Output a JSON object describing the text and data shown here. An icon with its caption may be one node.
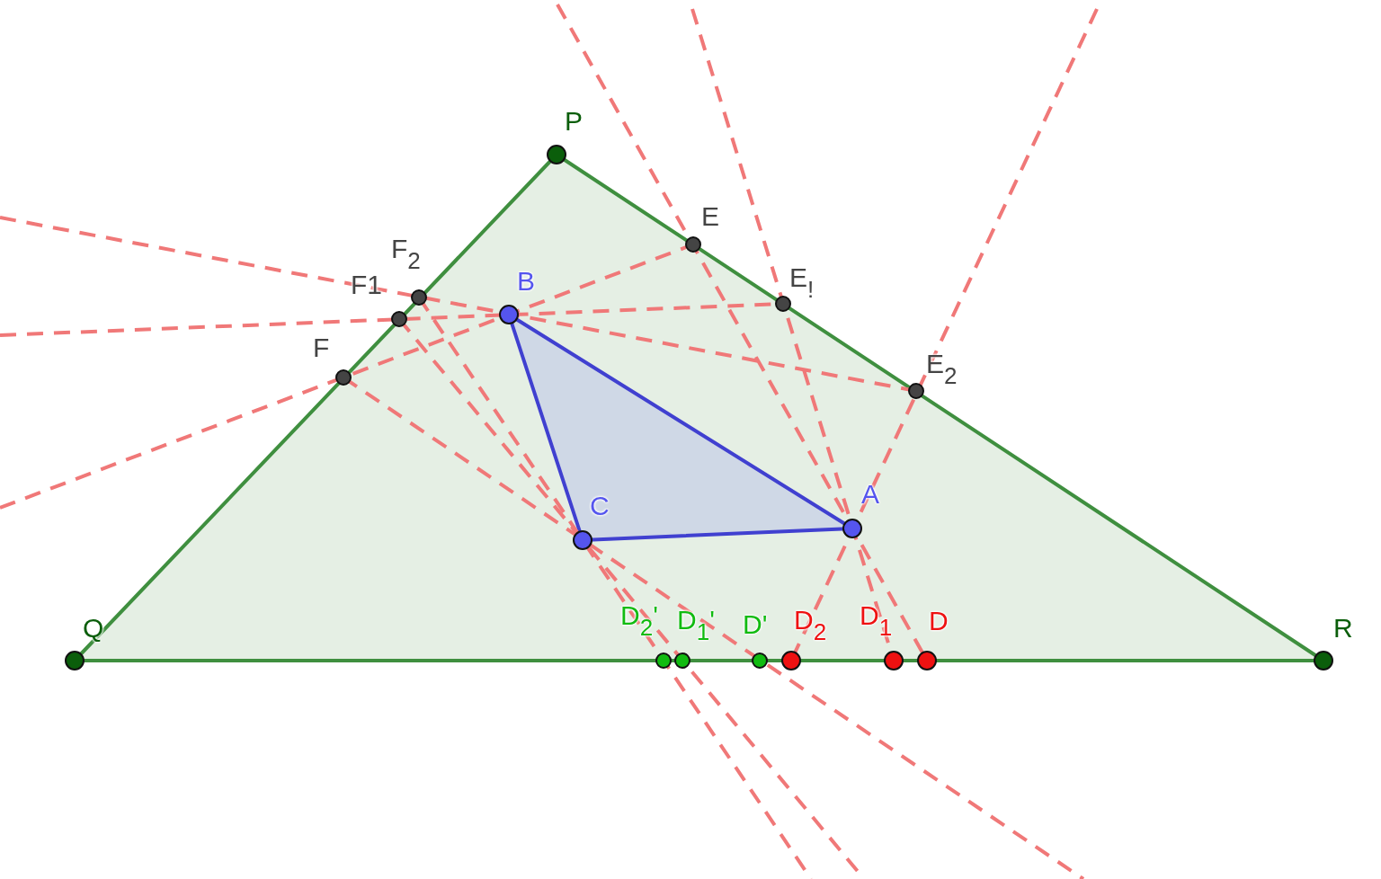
{
  "diagram": {
    "labels": [
      "P",
      "E",
      "F$_{2}$",
      "F1",
      "B",
      "E$_{!}$",
      "F",
      "E$_{2}$",
      "A",
      "C",
      "D$_{2}$'",
      "D$_{1}$'",
      "D'",
      "D$_{2}$",
      "D$_{1}$",
      "D",
      "Q",
      "R"
    ]
  }
}
